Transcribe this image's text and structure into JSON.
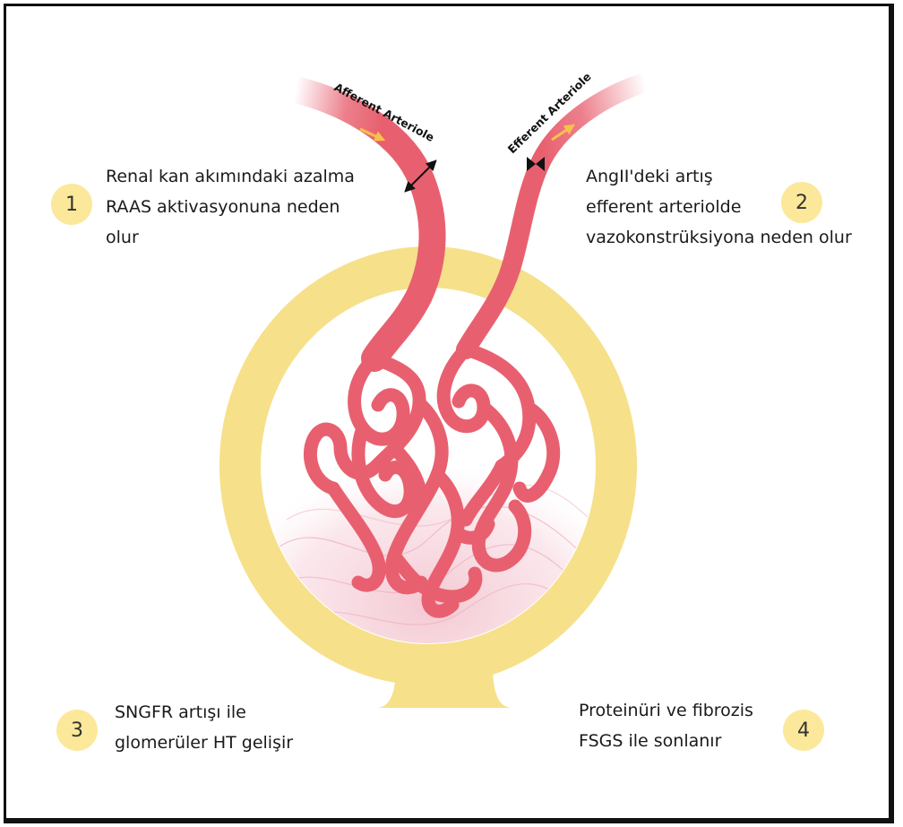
{
  "labels": {
    "afferent": "Afferent Arteriole",
    "efferent": "Efferent Arteriole"
  },
  "steps": [
    {
      "number": "1",
      "lines": [
        "Renal kan akımındaki azalma",
        "RAAS aktivasyonuna neden",
        "olur"
      ]
    },
    {
      "number": "2",
      "lines": [
        "AngII'deki artış",
        "efferent arteriolde",
        "vazokonstrüksiyona neden olur"
      ]
    },
    {
      "number": "3",
      "lines": [
        "SNGFR artışı ile",
        "glomerüler HT gelişir"
      ]
    },
    {
      "number": "4",
      "lines": [
        "Proteinüri ve fibrozis",
        "FSGS ile sonlanır"
      ]
    }
  ],
  "colors": {
    "vessel": "#e8606f",
    "capsule": "#f6e08a",
    "badge": "#fbe89a",
    "flow_arrow": "#f6c24a",
    "haze": "#f1b6c4"
  }
}
